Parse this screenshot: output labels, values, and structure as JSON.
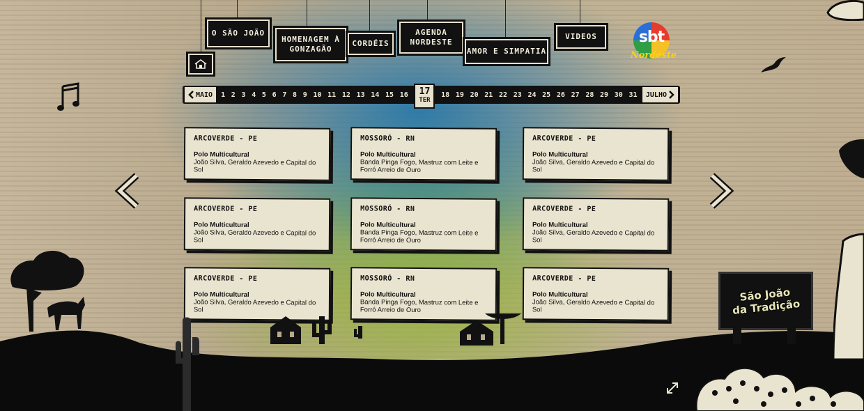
{
  "nav": {
    "items": [
      {
        "label": "O SÃO JOÃO"
      },
      {
        "label": "HOMENAGEM À GONZAGÃO"
      },
      {
        "label": "CORDÉIS"
      },
      {
        "label": "AGENDA NORDESTE"
      },
      {
        "label": "AMOR E SIMPATIA"
      },
      {
        "label": "VIDEOS"
      }
    ]
  },
  "logo": {
    "brand": "sbt",
    "sub": "Nordeste"
  },
  "calendar": {
    "prev_month": "MAIO",
    "next_month": "JULHO",
    "days": [
      "1",
      "2",
      "3",
      "4",
      "5",
      "6",
      "7",
      "8",
      "9",
      "10",
      "11",
      "12",
      "13",
      "14",
      "15",
      "16",
      "17",
      "18",
      "19",
      "20",
      "21",
      "22",
      "23",
      "24",
      "25",
      "26",
      "27",
      "28",
      "29",
      "30",
      "31"
    ],
    "selected_day": "17",
    "selected_weekday": "TER"
  },
  "events": [
    {
      "city": "ARCOVERDE - PE",
      "venue": "Polo Multicultural",
      "artists": "João Silva, Geraldo Azevedo e Capital do Sol"
    },
    {
      "city": "MOSSORÓ - RN",
      "venue": "Polo Multicultural",
      "artists": "Banda Pinga Fogo, Mastruz com Leite e Forró Arreio de Ouro"
    },
    {
      "city": "ARCOVERDE - PE",
      "venue": "Polo Multicultural",
      "artists": "João Silva, Geraldo Azevedo e Capital do Sol"
    },
    {
      "city": "ARCOVERDE - PE",
      "venue": "Polo Multicultural",
      "artists": "João Silva, Geraldo Azevedo e Capital do Sol"
    },
    {
      "city": "MOSSORÓ - RN",
      "venue": "Polo Multicultural",
      "artists": "Banda Pinga Fogo, Mastruz com Leite e Forró Arreio de Ouro"
    },
    {
      "city": "ARCOVERDE - PE",
      "venue": "Polo Multicultural",
      "artists": "João Silva, Geraldo Azevedo e Capital do Sol"
    },
    {
      "city": "ARCOVERDE - PE",
      "venue": "Polo Multicultural",
      "artists": "João Silva, Geraldo Azevedo e Capital do Sol"
    },
    {
      "city": "MOSSORÓ - RN",
      "venue": "Polo Multicultural",
      "artists": "Banda Pinga Fogo, Mastruz com Leite e Forró Arreio de Ouro"
    },
    {
      "city": "ARCOVERDE - PE",
      "venue": "Polo Multicultural",
      "artists": "João Silva, Geraldo Azevedo e Capital do Sol"
    }
  ],
  "sign": {
    "title_line1": "São João",
    "title_line2": "da Tradição"
  },
  "icons": {
    "home": "home-icon",
    "prev": "chevron-left-icon",
    "next": "chevron-right-icon",
    "music": "music-note-icon",
    "bird": "bird-icon",
    "expand": "expand-icon"
  },
  "colors": {
    "ink": "#111111",
    "paper": "#e9e4cf",
    "sky": "#2878aa",
    "grass": "#96b43c"
  }
}
